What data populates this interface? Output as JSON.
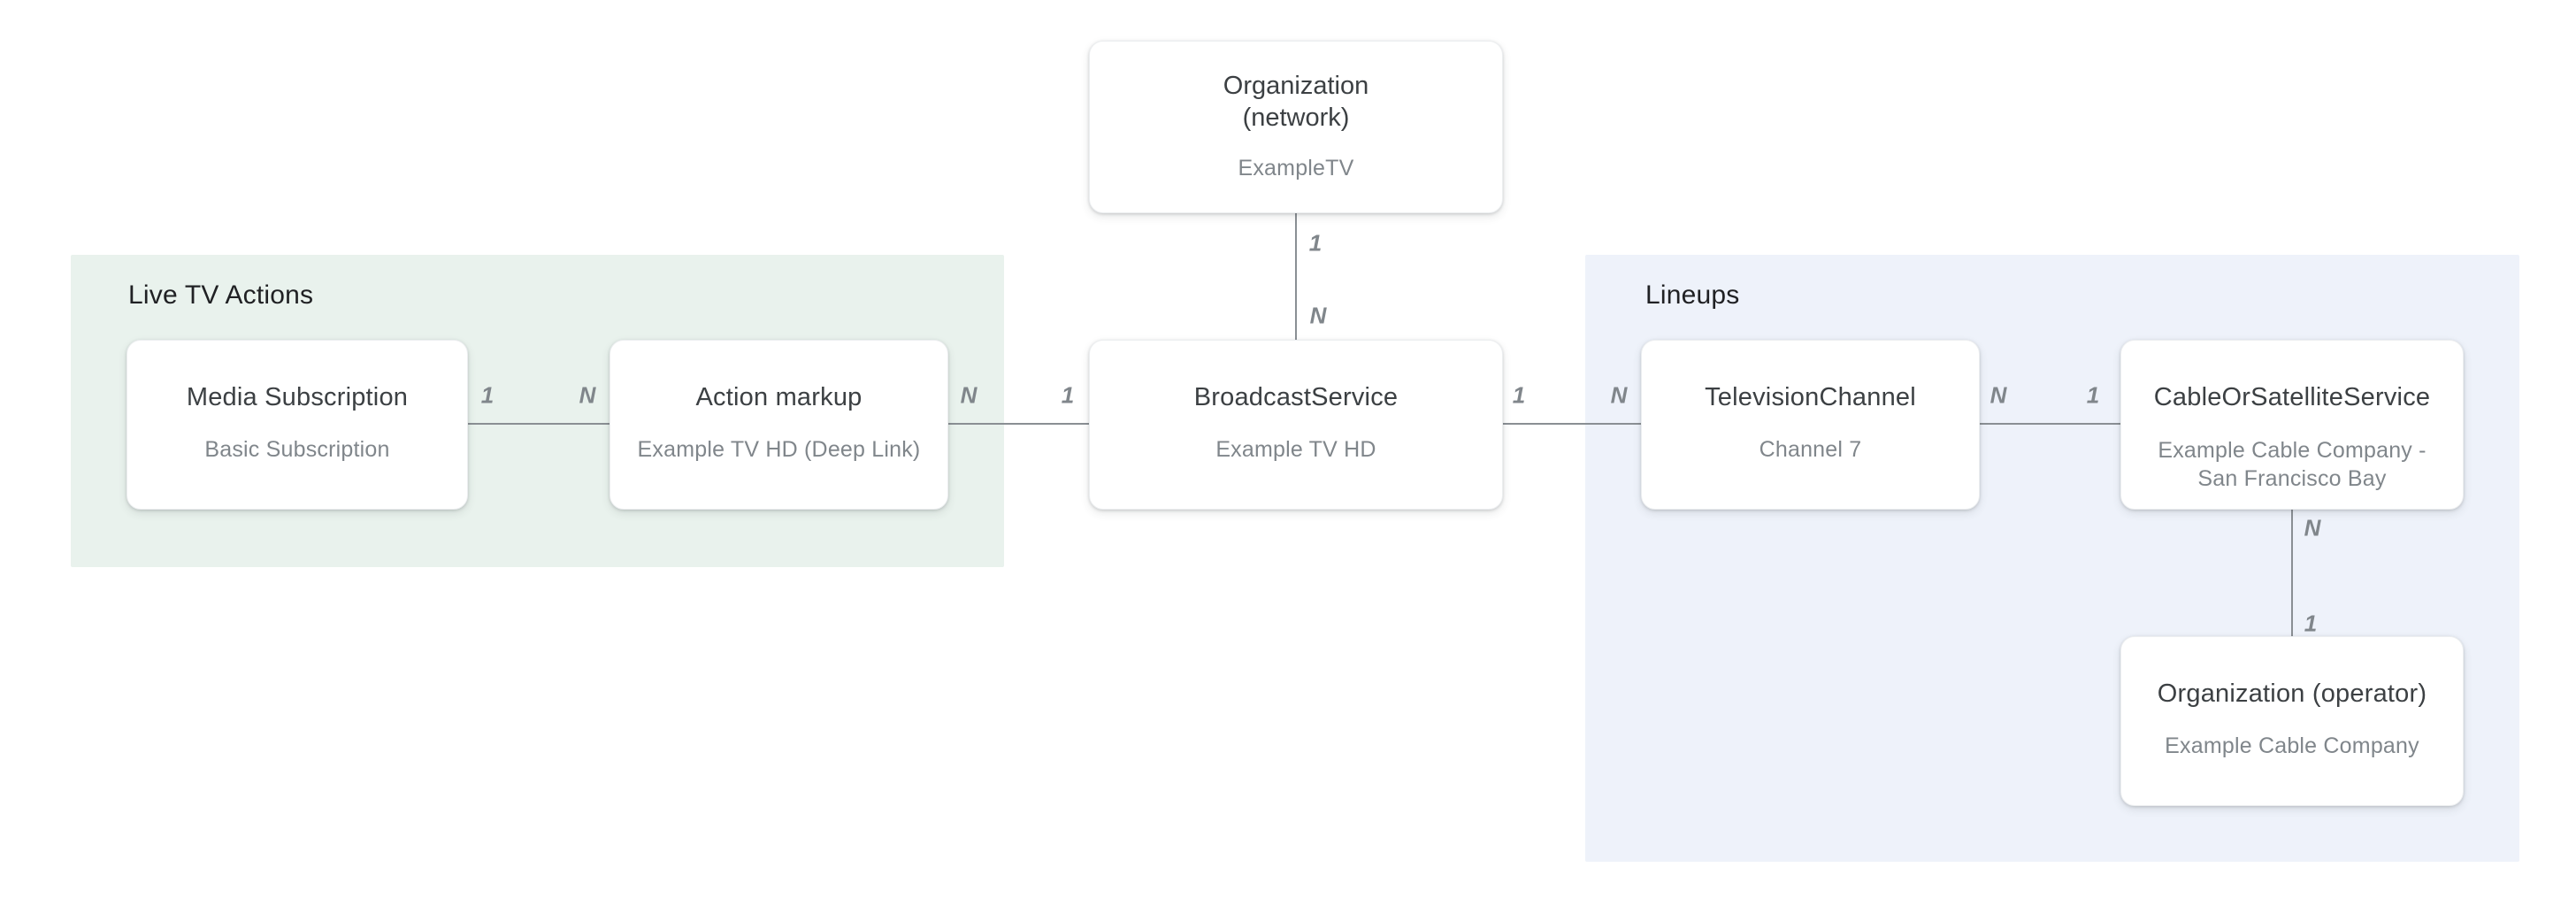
{
  "diagram": {
    "sections": {
      "live_tv_actions": {
        "title": "Live TV Actions"
      },
      "lineups": {
        "title": "Lineups"
      }
    },
    "nodes": {
      "org_network": {
        "title_line1": "Organization",
        "title_line2": "(network)",
        "subtitle": "ExampleTV"
      },
      "media_subscription": {
        "title": "Media Subscription",
        "subtitle": "Basic Subscription"
      },
      "action_markup": {
        "title": "Action markup",
        "subtitle": "Example TV HD (Deep Link)"
      },
      "broadcast_service": {
        "title": "BroadcastService",
        "subtitle": "Example TV HD"
      },
      "television_channel": {
        "title": "TelevisionChannel",
        "subtitle": "Channel 7"
      },
      "cable_or_satellite_service": {
        "title": "CableOrSatelliteService",
        "subtitle_line1": "Example Cable Company -",
        "subtitle_line2": "San Francisco Bay"
      },
      "org_operator": {
        "title": "Organization (operator)",
        "subtitle": "Example Cable Company"
      }
    },
    "edges": {
      "network_to_broadcast": {
        "start_label": "1",
        "end_label": "N"
      },
      "media_to_action": {
        "start_label": "1",
        "end_label": "N"
      },
      "action_to_broadcast": {
        "start_label": "N",
        "end_label": "1"
      },
      "broadcast_to_channel": {
        "start_label": "1",
        "end_label": "N"
      },
      "channel_to_cable": {
        "start_label": "N",
        "end_label": "1"
      },
      "cable_to_operator": {
        "start_label": "N",
        "end_label": "1"
      }
    },
    "colors": {
      "live_tv_actions_bg": "#e9f2ed",
      "lineups_bg": "#eef2fa",
      "node_bg": "#ffffff",
      "node_title": "#3c4043",
      "node_subtitle": "#80868b",
      "section_title": "#202124",
      "edge_line": "#8a8f94",
      "edge_label": "#80868b"
    }
  }
}
